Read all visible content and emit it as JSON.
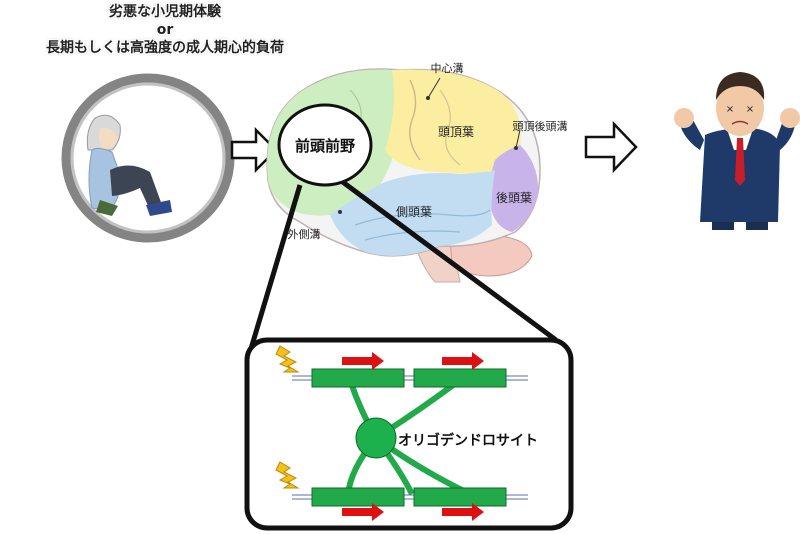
{
  "title": {
    "line1": "劣悪な小児期体験",
    "line2": "or",
    "line3": "長期もしくは高強度の成人期心的負荷"
  },
  "brain_labels": {
    "prefrontal": "前頭前野",
    "central_sulcus": "中心溝",
    "parietal_lobe": "頭頂葉",
    "parieto_occipital_sulcus": "頭頂後頭溝",
    "occipital_lobe": "後頭葉",
    "temporal_lobe": "側頭葉",
    "lateral_sulcus": "外側溝"
  },
  "detail": {
    "cell_label": "オリゴデンドロサイト"
  },
  "colors": {
    "frontal": "#cdeec0",
    "parietal": "#fbeea0",
    "temporal": "#c2ddf2",
    "occipital": "#c9b4ea",
    "cerebellum": "#f4c9c0",
    "brainstem": "#f1d2c6",
    "myelin": "#22aa4a",
    "cell": "#1cb14c",
    "signal_arrow": "#dd1111",
    "lightning": "#f4c020",
    "outline": "#111111"
  }
}
